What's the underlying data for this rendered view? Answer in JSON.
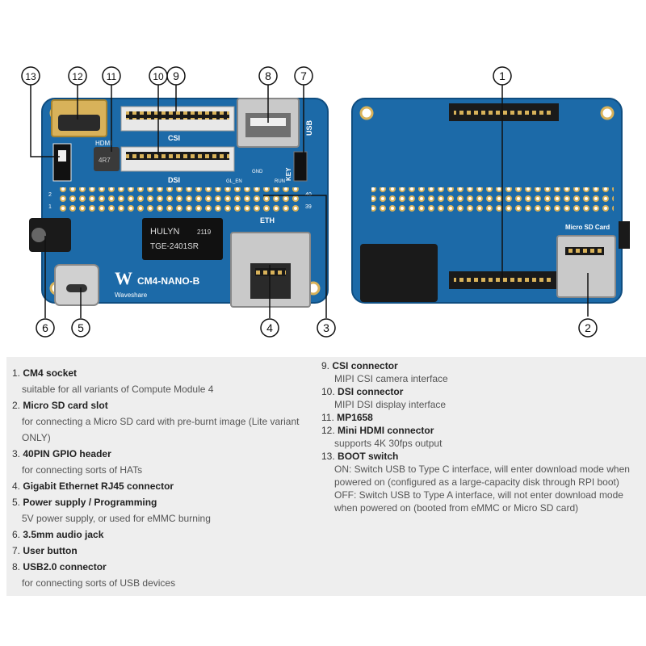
{
  "callouts": [
    "1",
    "2",
    "3",
    "4",
    "5",
    "6",
    "7",
    "8",
    "9",
    "10",
    "11",
    "12",
    "13"
  ],
  "board_text": {
    "csi": "CSI",
    "dsi": "DSI",
    "eth": "ETH",
    "usb": "USB",
    "key": "KEY",
    "hdmi": "HDMI",
    "brand": "CM4-NANO-B",
    "maker": "Waveshare",
    "magjack_l1": "HULYN",
    "magjack_code": "2119",
    "magjack_l2": "TGE-2401SR",
    "gpio_40": "40",
    "gpio_39": "39",
    "gpio_2": "2",
    "gpio_1": "1",
    "gnd": "GND",
    "gl_en": "GL_EN",
    "run": "RUN",
    "sd_label": "Micro SD Card"
  },
  "colors": {
    "pcb": "#1c6aa8",
    "pcb_dark": "#0f4d80",
    "gold": "#d8b25a",
    "panel": "#eeeeee"
  },
  "descriptions": [
    {
      "num": "1.",
      "title": "CM4 socket",
      "lines": [
        "suitable for all variants of Compute Module 4"
      ]
    },
    {
      "num": "2.",
      "title": "Micro SD card slot",
      "lines": [
        "for connecting a Micro SD card with pre-burnt image (Lite variant",
        "ONLY)"
      ]
    },
    {
      "num": "3.",
      "title": "40PIN GPIO header",
      "lines": [
        "for connecting sorts of HATs"
      ]
    },
    {
      "num": "4.",
      "title": "Gigabit Ethernet RJ45 connector",
      "lines": []
    },
    {
      "num": "5.",
      "title": "Power supply / Programming",
      "lines": [
        "5V power supply, or used for eMMC burning"
      ]
    },
    {
      "num": "6.",
      "title": "3.5mm audio jack",
      "lines": []
    },
    {
      "num": "7.",
      "title": "User button",
      "lines": []
    },
    {
      "num": "8.",
      "title": "USB2.0 connector",
      "lines": [
        "for connecting sorts of USB devices"
      ]
    },
    {
      "num": "9.",
      "title": "CSI connector",
      "lines": [
        "MIPI CSI camera interface"
      ]
    },
    {
      "num": "10.",
      "title": "DSI connector",
      "lines": [
        "MIPI DSI display interface"
      ]
    },
    {
      "num": "11.",
      "title": "MP1658",
      "lines": []
    },
    {
      "num": "12.",
      "title": "Mini HDMI connector",
      "lines": [
        "supports 4K 30fps output"
      ]
    },
    {
      "num": "13.",
      "title": " BOOT switch",
      "lines": [
        "ON: Switch USB to Type C interface, will enter download mode when",
        "  powered on (configured as a large-capacity disk through RPI boot)",
        "OFF: Switch USB to Type A interface, will not enter download mode",
        "when powered on (booted from eMMC or Micro SD card)"
      ]
    }
  ]
}
